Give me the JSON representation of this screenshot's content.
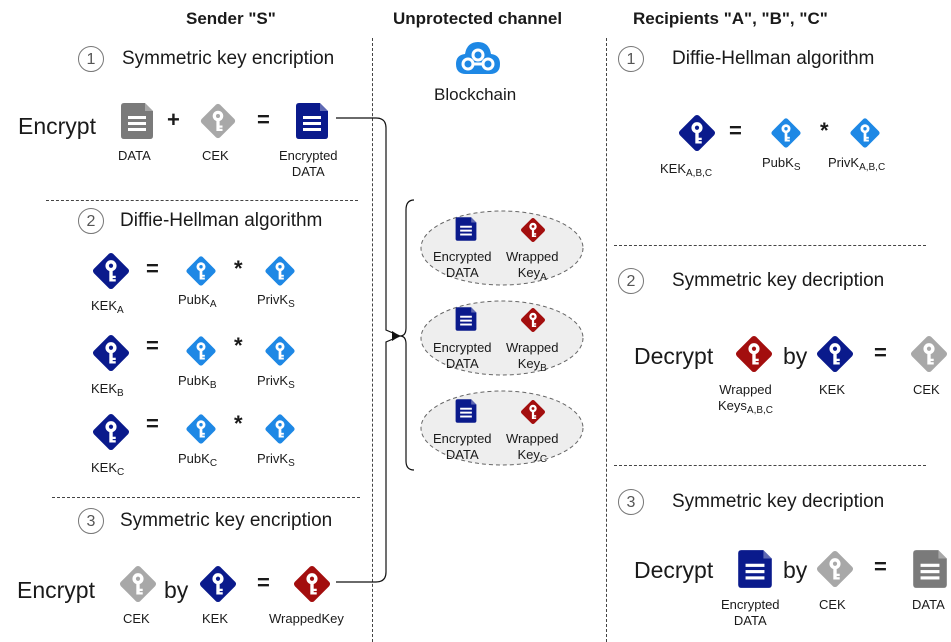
{
  "headers": {
    "sender": "Sender \"S\"",
    "channel": "Unprotected channel",
    "recipients": "Recipients \"A\", \"B\", \"C\""
  },
  "blockchain": "Blockchain",
  "sender": {
    "s1": {
      "num": "1",
      "title": "Symmetric key encription",
      "encrypt": "Encrypt",
      "plus": "+",
      "eq": "=",
      "data": "DATA",
      "cek": "CEK",
      "enc1": "Encrypted",
      "enc2": "DATA"
    },
    "s2": {
      "num": "2",
      "title": "Diffie-Hellman algorithm",
      "eq": "=",
      "star": "*",
      "rows": [
        {
          "kek": "KEK",
          "kek_sub": "A",
          "pub": "PubK",
          "pub_sub": "A",
          "priv": "PrivK",
          "priv_sub": "S"
        },
        {
          "kek": "KEK",
          "kek_sub": "B",
          "pub": "PubK",
          "pub_sub": "B",
          "priv": "PrivK",
          "priv_sub": "S"
        },
        {
          "kek": "KEK",
          "kek_sub": "C",
          "pub": "PubK",
          "pub_sub": "C",
          "priv": "PrivK",
          "priv_sub": "S"
        }
      ]
    },
    "s3": {
      "num": "3",
      "title": "Symmetric key encription",
      "encrypt": "Encrypt",
      "by": "by",
      "eq": "=",
      "cek": "CEK",
      "kek": "KEK",
      "wrapped": "WrappedKey"
    }
  },
  "channel": {
    "packets": [
      {
        "enc1": "Encrypted",
        "enc2": "DATA",
        "wk1": "Wrapped",
        "wk2": "Key",
        "wk_sub": "A"
      },
      {
        "enc1": "Encrypted",
        "enc2": "DATA",
        "wk1": "Wrapped",
        "wk2": "Key",
        "wk_sub": "B"
      },
      {
        "enc1": "Encrypted",
        "enc2": "DATA",
        "wk1": "Wrapped",
        "wk2": "Key",
        "wk_sub": "C"
      }
    ]
  },
  "recipients": {
    "r1": {
      "num": "1",
      "title": "Diffie-Hellman algorithm",
      "eq": "=",
      "star": "*",
      "kek": "KEK",
      "kek_sub": "A,B,C",
      "pub": "PubK",
      "pub_sub": "S",
      "priv": "PrivK",
      "priv_sub": "A,B,C"
    },
    "r2": {
      "num": "2",
      "title": "Symmetric key decription",
      "decrypt": "Decrypt",
      "by": "by",
      "eq": "=",
      "wk1": "Wrapped",
      "wk2": "Keys",
      "wk_sub": "A,B,C",
      "kek": "KEK",
      "cek": "CEK"
    },
    "r3": {
      "num": "3",
      "title": "Symmetric key decription",
      "decrypt": "Decrypt",
      "by": "by",
      "eq": "=",
      "enc1": "Encrypted",
      "enc2": "DATA",
      "cek": "CEK",
      "data": "DATA"
    }
  },
  "colors": {
    "navy": "#0a1a8c",
    "blue": "#1e88e5",
    "darkred": "#a30e0e",
    "gray": "#a8a8a8",
    "doc_gray": "#7a7a7a",
    "ellipse": "#eeeeee"
  }
}
